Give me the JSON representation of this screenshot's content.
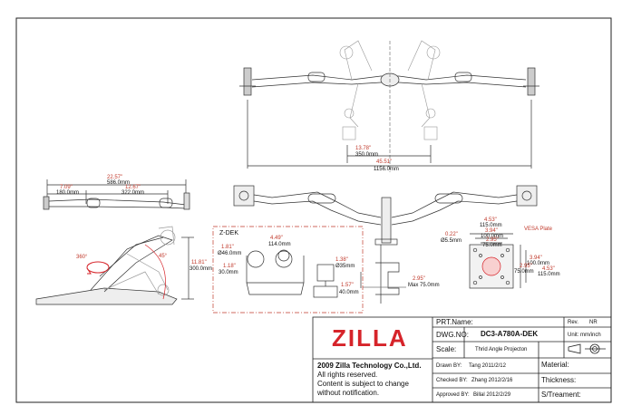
{
  "brand": {
    "logo_text": "ZILLA",
    "logo_color": "#d6242a"
  },
  "company": {
    "copyright": "2009 Zilla Technology Co.,Ltd.",
    "lines": [
      "All rights reserved.",
      "Content is subject to change",
      "without notification."
    ]
  },
  "title_block": {
    "prt_label": "PRT.Name:",
    "prt_value": "",
    "rev_label": "Rev.",
    "rev_value": "NR",
    "dwg_label": "DWG.NO:",
    "dwg_value": "DC3-A780A-DEK",
    "unit_label": "Unit: mm/inch",
    "scale_label": "Scale:",
    "projection": "Thrid Angle Projecton",
    "drawn_label": "Drawn BY:",
    "drawn_value": "Tang  2011/2/12",
    "checked_label": "Checked BY:",
    "checked_value": "Zhang  2012/2/16",
    "approved_label": "Approved BY:",
    "approved_value": "Billal  2012/2/29",
    "material_label": "Material:",
    "thickness_label": "Thickness:",
    "treatment_label": "S/Treament:"
  },
  "top_view": {
    "d1_in": "13.78\"",
    "d1_mm": "350.0mm",
    "d2_in": "45.51\"",
    "d2_mm": "1156.0mm"
  },
  "side_view": {
    "d1_in": "22.57\"",
    "d1_mm": "586.0mm",
    "d2_in": "7.09\"",
    "d2_mm": "180.0mm",
    "d3_in": "12.67\"",
    "d3_mm": "322.0mm"
  },
  "tilt_view": {
    "rotation": "360°",
    "angle": "45°",
    "h_in": "11.81\"",
    "h_mm": "300.0mm"
  },
  "zdek": {
    "title": "Z-DEK",
    "w_in": "4.49\"",
    "w_mm": "114.0mm",
    "dia_in": "1.81\"",
    "dia_mm": "Ø46.0mm",
    "h_in": "1.18\"",
    "h_mm": "30.0mm",
    "r_in": "1.38\"",
    "r_mm": "Ø35mm",
    "t_in": "1.57\"",
    "t_mm": "40.0mm"
  },
  "clamp": {
    "max_in": "2.95\"",
    "max_mm": "Max 75.0mm"
  },
  "vesa": {
    "title": "VESA Plate",
    "w1_in": "4.53\"",
    "w1_mm": "115.0mm",
    "w2_in": "3.94\"",
    "w2_mm": "100.0mm",
    "w3_in": "2.95\"",
    "w3_mm": "75.0mm",
    "hole_in": "0.22\"",
    "hole_mm": "Ø5.5mm",
    "h1_in": "3.94\"",
    "h1_mm": "100.0mm",
    "h2_in": "2.95\"",
    "h2_mm": "75.0mm",
    "h3_in": "4.53\"",
    "h3_mm": "115.0mm"
  }
}
